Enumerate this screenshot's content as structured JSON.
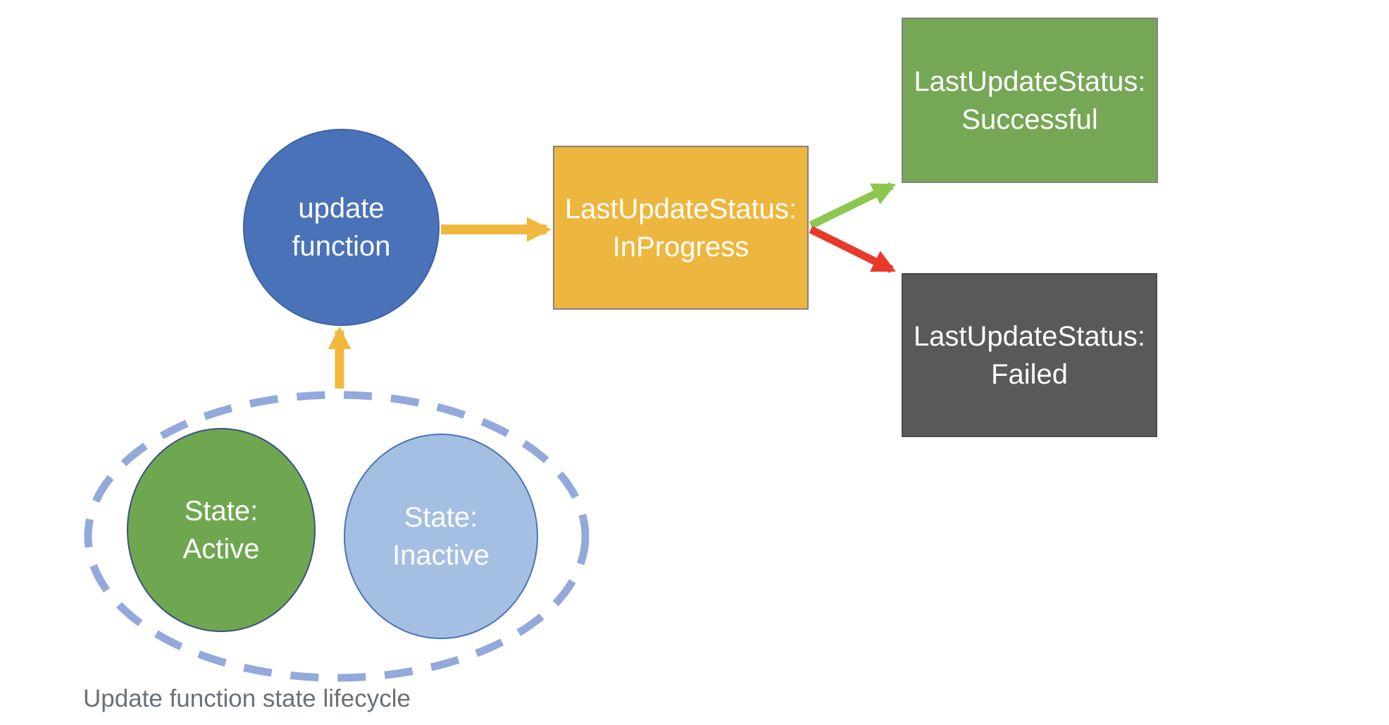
{
  "caption": "Update function state lifecycle",
  "nodes": {
    "update_function": {
      "line1": "update",
      "line2": "function"
    },
    "in_progress": {
      "line1": "LastUpdateStatus:",
      "line2": "InProgress"
    },
    "successful": {
      "line1": "LastUpdateStatus:",
      "line2": "Successful"
    },
    "failed": {
      "line1": "LastUpdateStatus:",
      "line2": "Failed"
    },
    "state_active": {
      "line1": "State:",
      "line2": "Active"
    },
    "state_inactive": {
      "line1": "State:",
      "line2": "Inactive"
    }
  },
  "edges": [
    {
      "from": "update function",
      "to": "LastUpdateStatus: InProgress",
      "color_name": "yellow"
    },
    {
      "from": "LastUpdateStatus: InProgress",
      "to": "LastUpdateStatus: Successful",
      "color_name": "green"
    },
    {
      "from": "LastUpdateStatus: InProgress",
      "to": "LastUpdateStatus: Failed",
      "color_name": "red"
    },
    {
      "from": "state group (Active/Inactive)",
      "to": "update function",
      "color_name": "yellow"
    }
  ],
  "colors": {
    "background": "#FFFFFF",
    "node_text": "#FFFFFF",
    "node_blue": "#4A72B8",
    "node_blue_border": "#3D63A6",
    "box_yellow": "#EDB63E",
    "box_yellow_border": "#828282",
    "box_green": "#76A755",
    "box_green_border": "#828282",
    "box_gray": "#595959",
    "box_gray_border": "#4A4A4A",
    "circle_green": "#6FA750",
    "circle_green_border": "#3A5083",
    "circle_lightblue": "#A4BFE2",
    "circle_lightblue_border": "#4A72B8",
    "arrow_yellow": "#F0B83E",
    "arrow_green": "#8EC74F",
    "arrow_red": "#E8392B",
    "group_outline": "#93A9DB",
    "caption_text": "#687078"
  }
}
